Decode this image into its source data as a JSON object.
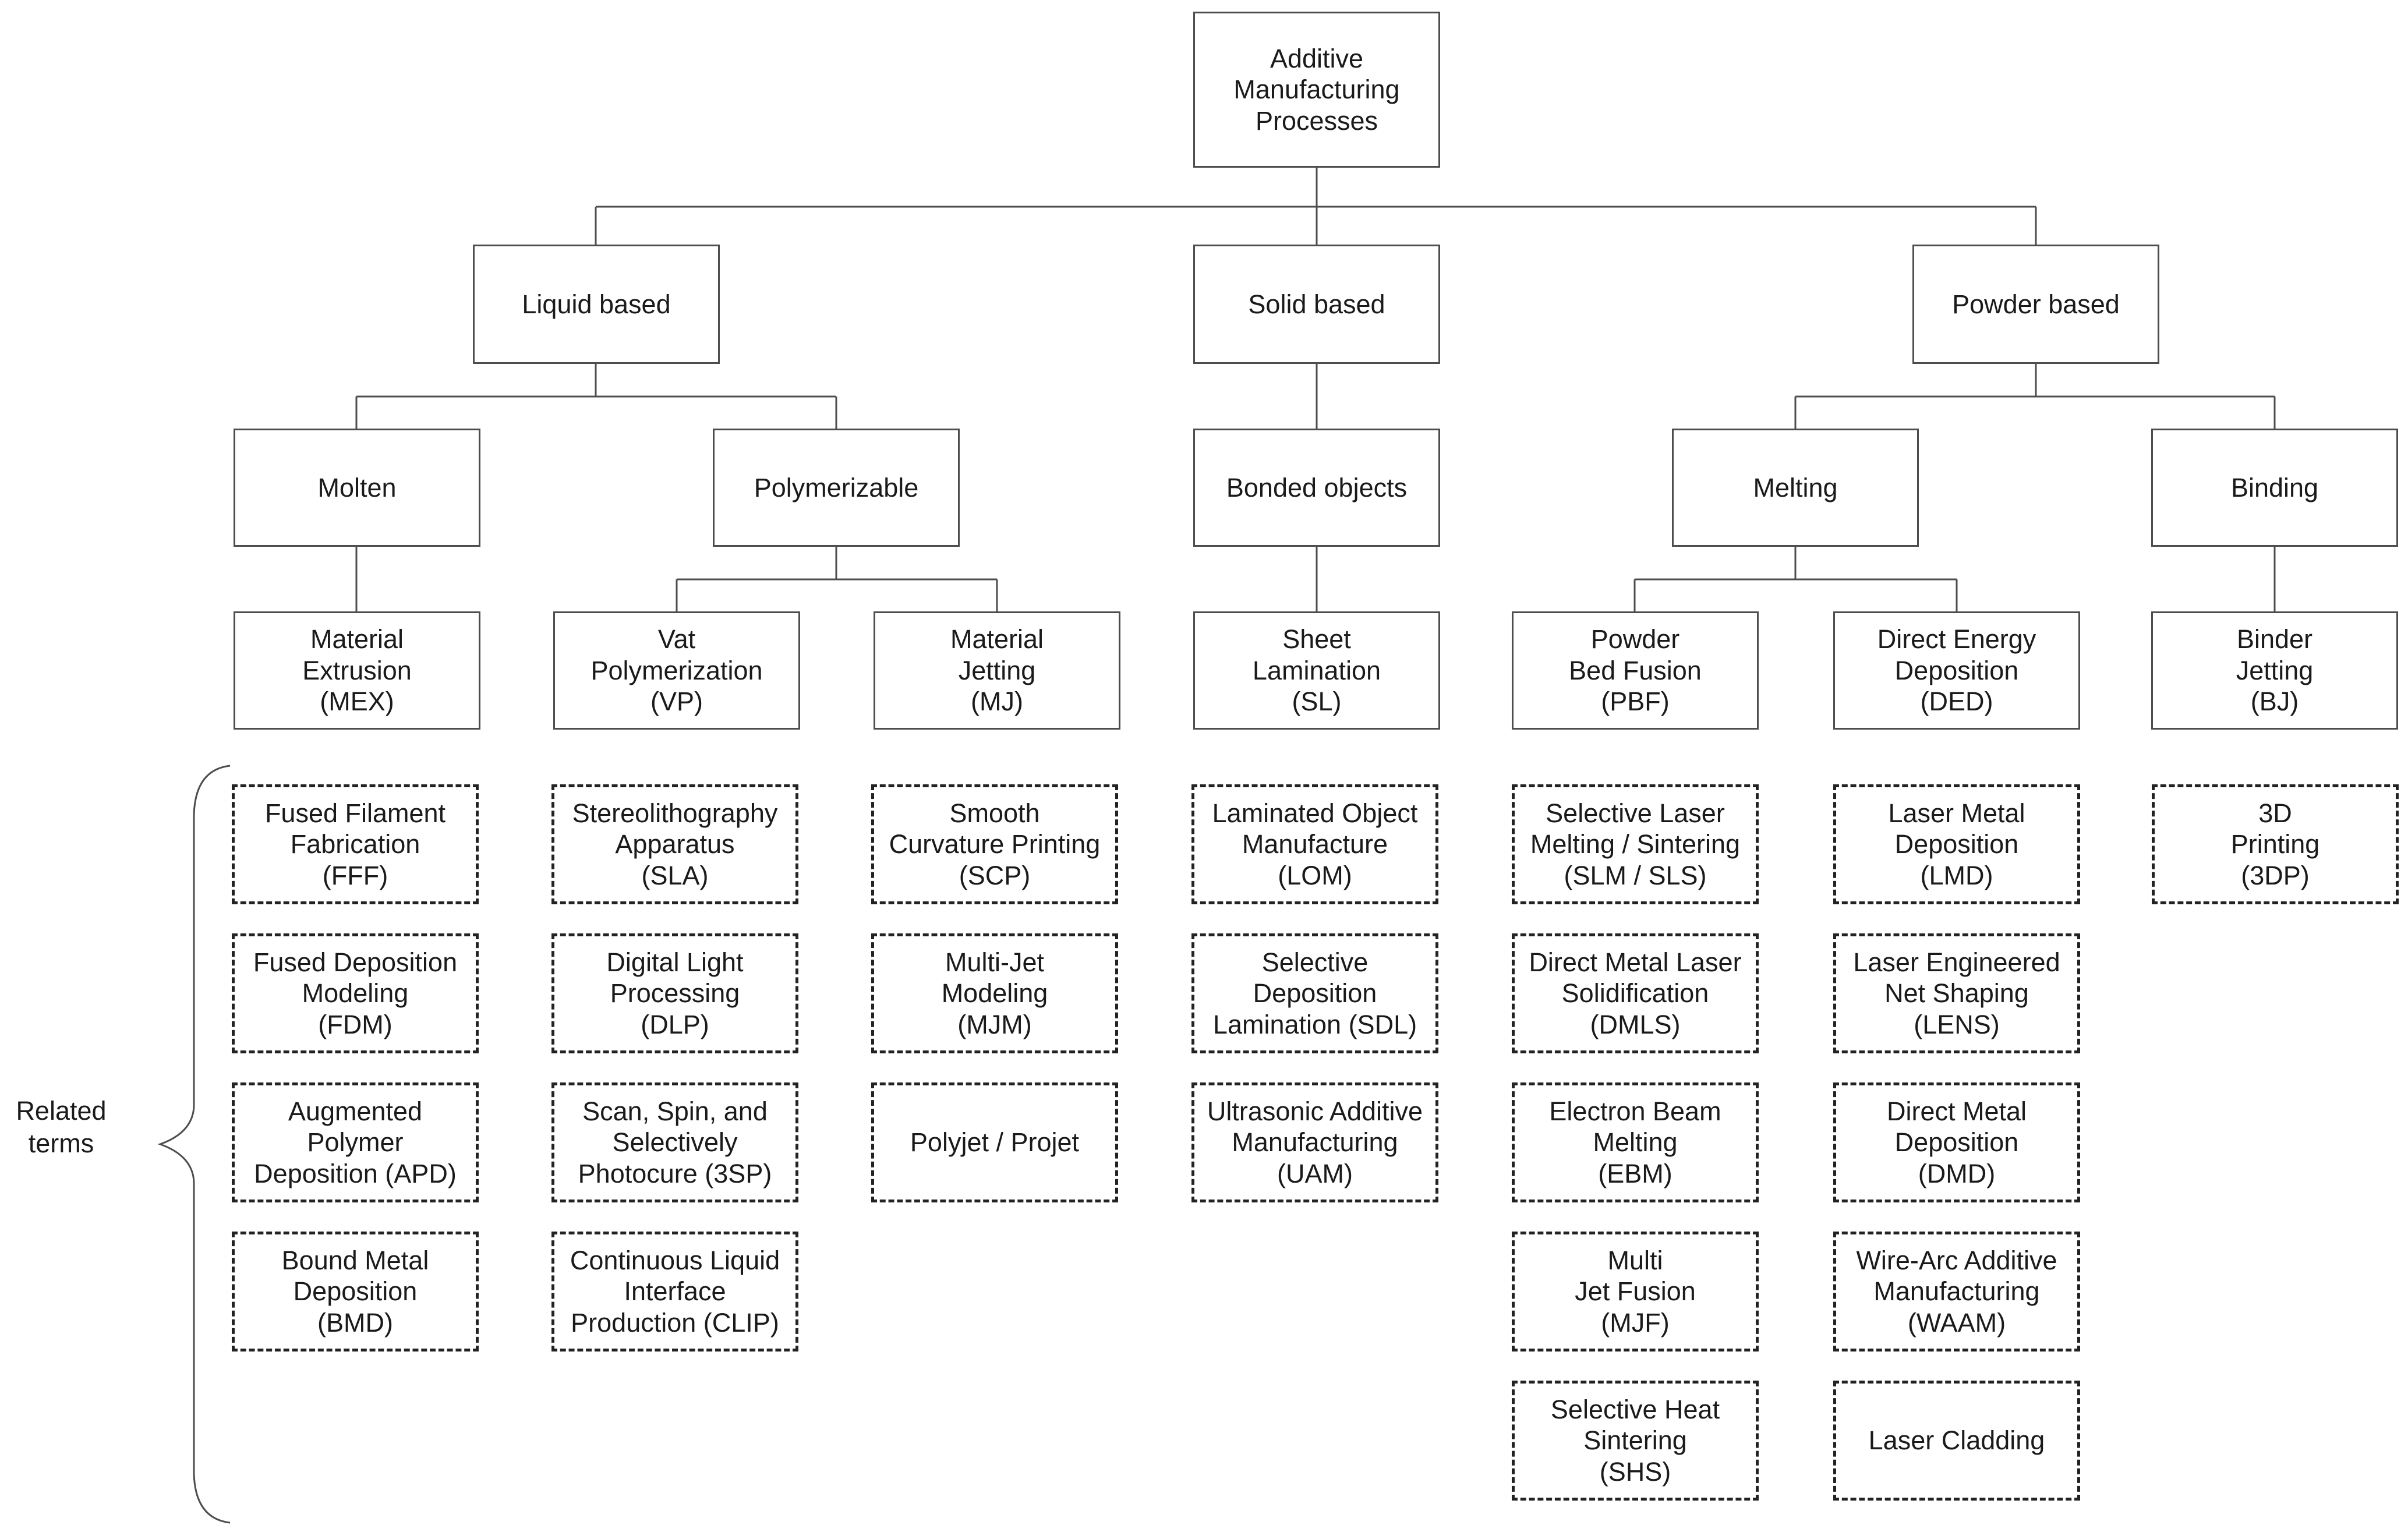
{
  "root": "Additive\nManufacturing\nProcesses",
  "level1": {
    "liquid": "Liquid  based",
    "solid": "Solid based",
    "powder": "Powder based"
  },
  "level2": {
    "molten": "Molten",
    "polymerizable": "Polymerizable",
    "bonded": "Bonded objects",
    "melting": "Melting",
    "binding": "Binding"
  },
  "categories": {
    "mex": "Material\nExtrusion\n(MEX)",
    "vp": "Vat\nPolymerization\n(VP)",
    "mj": "Material\nJetting\n(MJ)",
    "sl": "Sheet\nLamination\n(SL)",
    "pbf": "Powder\nBed Fusion\n(PBF)",
    "ded": "Direct Energy\nDeposition\n(DED)",
    "bj": "Binder\nJetting\n(BJ)"
  },
  "related_label": "Related\nterms",
  "related_terms": {
    "mex": [
      "Fused Filament\nFabrication\n(FFF)",
      "Fused Deposition\nModeling\n(FDM)",
      "Augmented\nPolymer\nDeposition (APD)",
      "Bound Metal\nDeposition\n(BMD)"
    ],
    "vp": [
      "Stereolithography\nApparatus\n(SLA)",
      "Digital Light\nProcessing\n(DLP)",
      "Scan, Spin, and\nSelectively\nPhotocure (3SP)",
      "Continuous Liquid\nInterface\nProduction (CLIP)"
    ],
    "mj": [
      "Smooth\nCurvature Printing\n(SCP)",
      "Multi-Jet\nModeling\n(MJM)",
      "Polyjet / Projet"
    ],
    "sl": [
      "Laminated Object\nManufacture\n(LOM)",
      "Selective\nDeposition\nLamination (SDL)",
      "Ultrasonic Additive\nManufacturing\n(UAM)"
    ],
    "pbf": [
      "Selective Laser\nMelting / Sintering\n(SLM / SLS)",
      "Direct Metal Laser\nSolidification\n(DMLS)",
      "Electron Beam\nMelting\n(EBM)",
      "Multi\nJet Fusion\n(MJF)",
      "Selective Heat\nSintering\n(SHS)"
    ],
    "ded": [
      "Laser Metal\nDeposition\n(LMD)",
      "Laser Engineered\nNet Shaping\n(LENS)",
      "Direct Metal\nDeposition\n(DMD)",
      "Wire-Arc Additive\nManufacturing\n(WAAM)",
      "Laser Cladding"
    ],
    "bj": [
      "3D\nPrinting\n(3DP)"
    ]
  },
  "colors": {
    "line": "#4d4d4d",
    "solid_border": "#4d4d4d",
    "dashed_border": "#222222",
    "text": "#1a1a1a"
  }
}
